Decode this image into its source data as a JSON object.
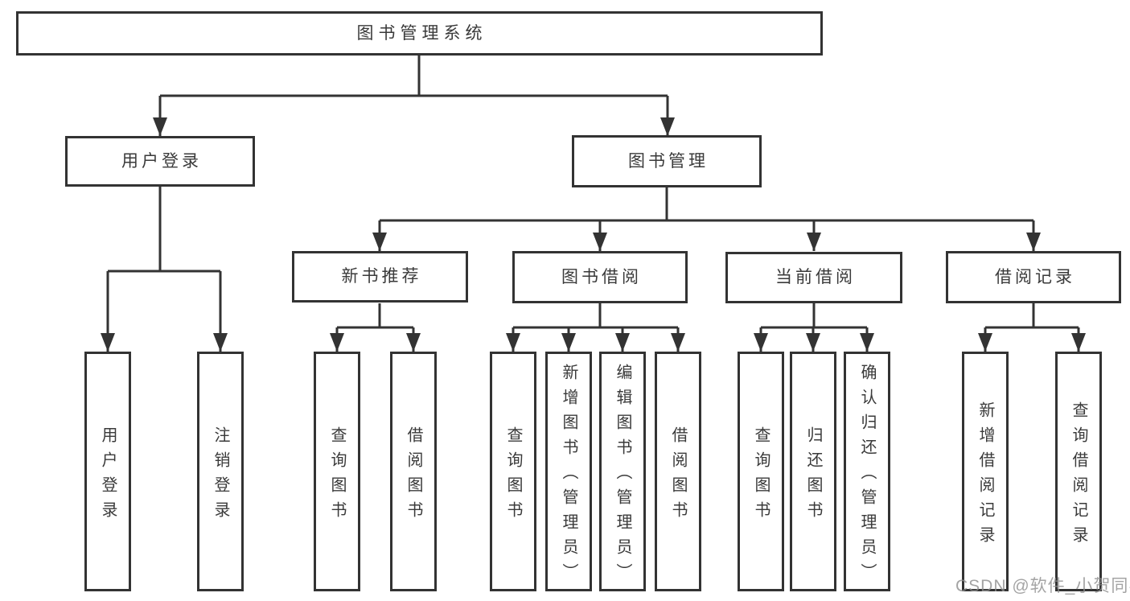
{
  "diagram_title": "图书管理系统",
  "colors": {
    "line": "#333333",
    "box_border": "#333333",
    "text": "#3a3a3a",
    "background": "#ffffff",
    "watermark": "#8e8e8e"
  },
  "watermark": {
    "text": "CSDN @软件_小贺同学"
  },
  "nodes": {
    "root": {
      "label": "图书管理系统"
    },
    "user_login": {
      "label": "用户登录"
    },
    "book_mgmt": {
      "label": "图书管理"
    },
    "user_login_leaf": {
      "label": "用户登录"
    },
    "logout_leaf": {
      "label": "注销登录"
    },
    "new_book_rec": {
      "label": "新书推荐"
    },
    "book_borrow": {
      "label": "图书借阅"
    },
    "current_borrow": {
      "label": "当前借阅"
    },
    "borrow_records": {
      "label": "借阅记录"
    },
    "nb_query": {
      "label": "查询图书"
    },
    "nb_borrow": {
      "label": "借阅图书"
    },
    "bb_query": {
      "label": "查询图书"
    },
    "bb_add": {
      "label": "新增图书（管理员）"
    },
    "bb_edit": {
      "label": "编辑图书（管理员）"
    },
    "bb_borrow": {
      "label": "借阅图书"
    },
    "cb_query": {
      "label": "查询图书"
    },
    "cb_return": {
      "label": "归还图书"
    },
    "cb_confirm": {
      "label": "确认归还（管理员）"
    },
    "br_add": {
      "label": "新增借阅记录"
    },
    "br_query": {
      "label": "查询借阅记录"
    }
  },
  "structure": {
    "图书管理系统": {
      "用户登录": [
        "用户登录",
        "注销登录"
      ],
      "图书管理": {
        "新书推荐": [
          "查询图书",
          "借阅图书"
        ],
        "图书借阅": [
          "查询图书",
          "新增图书（管理员）",
          "编辑图书（管理员）",
          "借阅图书"
        ],
        "当前借阅": [
          "查询图书",
          "归还图书",
          "确认归还（管理员）"
        ],
        "借阅记录": [
          "新增借阅记录",
          "查询借阅记录"
        ]
      }
    }
  }
}
